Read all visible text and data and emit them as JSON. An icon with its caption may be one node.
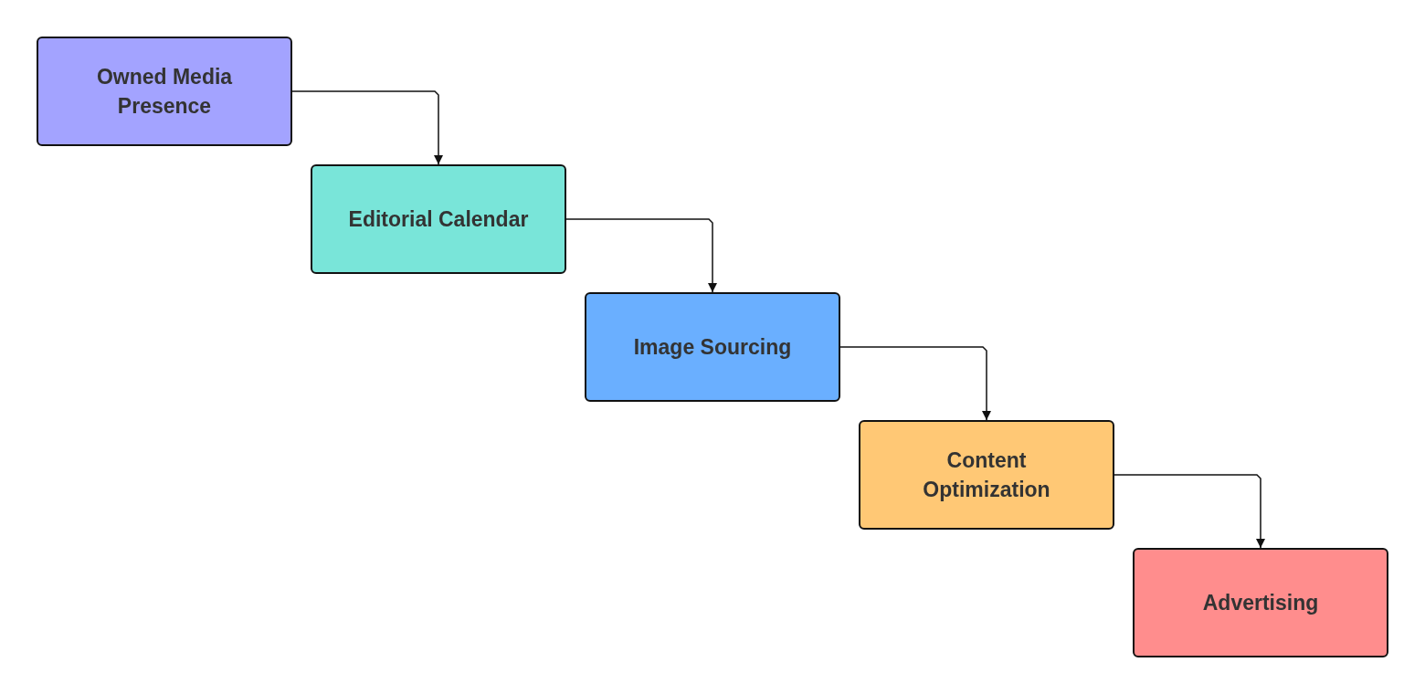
{
  "diagram": {
    "nodes": [
      {
        "text": [
          "Owned Media Presence"
        ]
      },
      {
        "text": [
          "Editorial Calendar"
        ]
      },
      {
        "text": [
          "Image Sourcing"
        ]
      },
      {
        "text": [
          "Content Optimization"
        ]
      },
      {
        "text": [
          "Advertising"
        ]
      }
    ],
    "edges": [
      {
        "from": 0,
        "to": 1,
        "arrow": "to"
      },
      {
        "from": 1,
        "to": 2,
        "arrow": "to"
      },
      {
        "from": 2,
        "to": 3,
        "arrow": "to"
      },
      {
        "from": 3,
        "to": 4,
        "arrow": "to"
      }
    ]
  }
}
